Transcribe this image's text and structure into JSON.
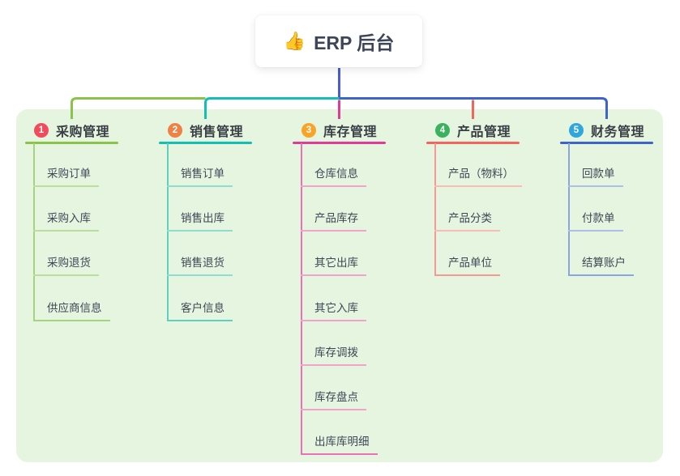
{
  "root": {
    "emoji": "👍",
    "label": "ERP 后台",
    "connector_color": "#4a5cd0"
  },
  "board": {
    "background": "#e6f5e0"
  },
  "branches": [
    {
      "number": "1",
      "label": "采购管理",
      "badge_color": "#f04c5e",
      "line_color": "#8ac24a",
      "trunk_color": "#a5d37e",
      "child_line_color": "#bade9b",
      "children": [
        "采购订单",
        "采购入库",
        "采购退货",
        "供应商信息"
      ]
    },
    {
      "number": "2",
      "label": "销售管理",
      "badge_color": "#ef8146",
      "line_color": "#12bfb2",
      "trunk_color": "#5fcec3",
      "child_line_color": "#90dcd3",
      "children": [
        "销售订单",
        "销售出库",
        "销售退货",
        "客户信息"
      ]
    },
    {
      "number": "3",
      "label": "库存管理",
      "badge_color": "#f8a428",
      "line_color": "#e23a97",
      "trunk_color": "#ec6fb7",
      "child_line_color": "#f2a2cd",
      "children": [
        "仓库信息",
        "产品库存",
        "其它出库",
        "其它入库",
        "库存调拨",
        "库存盘点",
        "出库库明细"
      ]
    },
    {
      "number": "4",
      "label": "产品管理",
      "badge_color": "#3bb25e",
      "line_color": "#f2645d",
      "trunk_color": "#f59a93",
      "child_line_color": "#f8bbb5",
      "children": [
        "产品（物料）",
        "产品分类",
        "产品单位"
      ]
    },
    {
      "number": "5",
      "label": "财务管理",
      "badge_color": "#2fa7dc",
      "line_color": "#3d63cd",
      "trunk_color": "#8ba5e0",
      "child_line_color": "#adbfe9",
      "children": [
        "回款单",
        "付款单",
        "结算账户"
      ]
    }
  ]
}
